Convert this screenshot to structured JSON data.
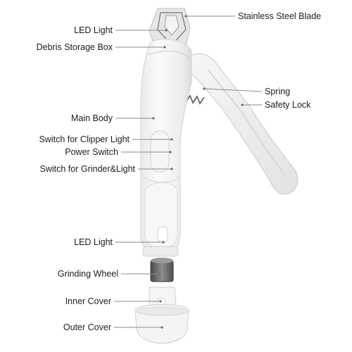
{
  "diagram": {
    "labels": {
      "stainless_steel_blade": "Stainless Steel Blade",
      "led_light_top": "LED Light",
      "debris_storage_box": "Debris Storage Box",
      "spring": "Spring",
      "safety_lock": "Safety Lock",
      "main_body": "Main Body",
      "switch_clipper_light": "Switch for Clipper Light",
      "power_switch": "Power Switch",
      "switch_grinder_light": "Switch for Grinder&Light",
      "led_light_bottom": "LED Light",
      "grinding_wheel": "Grinding Wheel",
      "inner_cover": "Inner Cover",
      "outer_cover": "Outer Cover"
    },
    "colors": {
      "body": "#f2f2f2",
      "outline": "#d6d6d6",
      "shadow": "#e3e3e3",
      "leader": "#8a8a8a",
      "text": "#1c1c1c",
      "spring": "#5a5a5a",
      "grinder": "#6f6f6f"
    }
  }
}
